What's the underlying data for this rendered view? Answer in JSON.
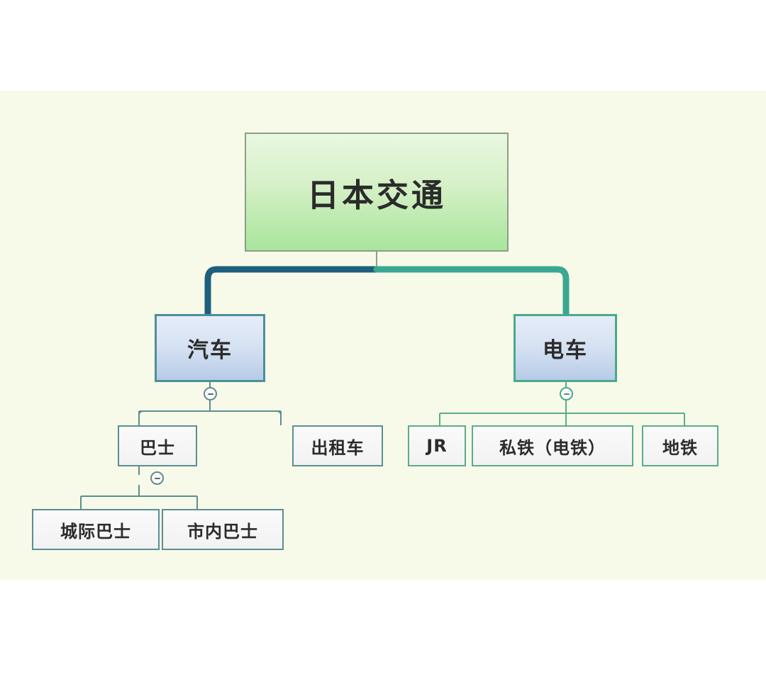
{
  "canvas": {
    "background_color": "#f8fae9",
    "page_background_color": "#ffffff"
  },
  "diagram": {
    "type": "mind-map-tree",
    "title": "日本交通",
    "root": {
      "id": "root",
      "label": "日本交通",
      "fill_gradient_top": "#eaf8e2",
      "fill_gradient_bottom": "#a9e59b",
      "border_color": "#8c9e8a"
    },
    "main_connector": {
      "left_color": "#1d5f7d",
      "right_color": "#3aa891"
    },
    "branches": [
      {
        "id": "branch-automobile",
        "label": "汽车",
        "border_color": "#4d8f9b",
        "connector_color": "#5b8f90",
        "toggle": {
          "name": "collapse-toggle-automobile",
          "state": "expanded",
          "glyph": "minus"
        },
        "children": [
          {
            "id": "node-bus",
            "label": "巴士",
            "border_color": "#5b8f90",
            "toggle": {
              "name": "collapse-toggle-bus",
              "state": "expanded",
              "glyph": "minus"
            },
            "children": [
              {
                "id": "node-intercity-bus",
                "label": "城际巴士",
                "border_color": "#5b8f90"
              },
              {
                "id": "node-city-bus",
                "label": "市内巴士",
                "border_color": "#5b8f90"
              }
            ]
          },
          {
            "id": "node-taxi",
            "label": "出租车",
            "border_color": "#5b8f90",
            "children": []
          }
        ]
      },
      {
        "id": "branch-train",
        "label": "电车",
        "border_color": "#49a98c",
        "connector_color": "#5dab8d",
        "toggle": {
          "name": "collapse-toggle-train",
          "state": "expanded",
          "glyph": "minus"
        },
        "children": [
          {
            "id": "node-jr",
            "label": "JR",
            "border_color": "#5dab8d"
          },
          {
            "id": "node-private-rail",
            "label": "私铁（电铁）",
            "border_color": "#5dab8d"
          },
          {
            "id": "node-subway",
            "label": "地铁",
            "border_color": "#5dab8d"
          }
        ]
      }
    ]
  }
}
